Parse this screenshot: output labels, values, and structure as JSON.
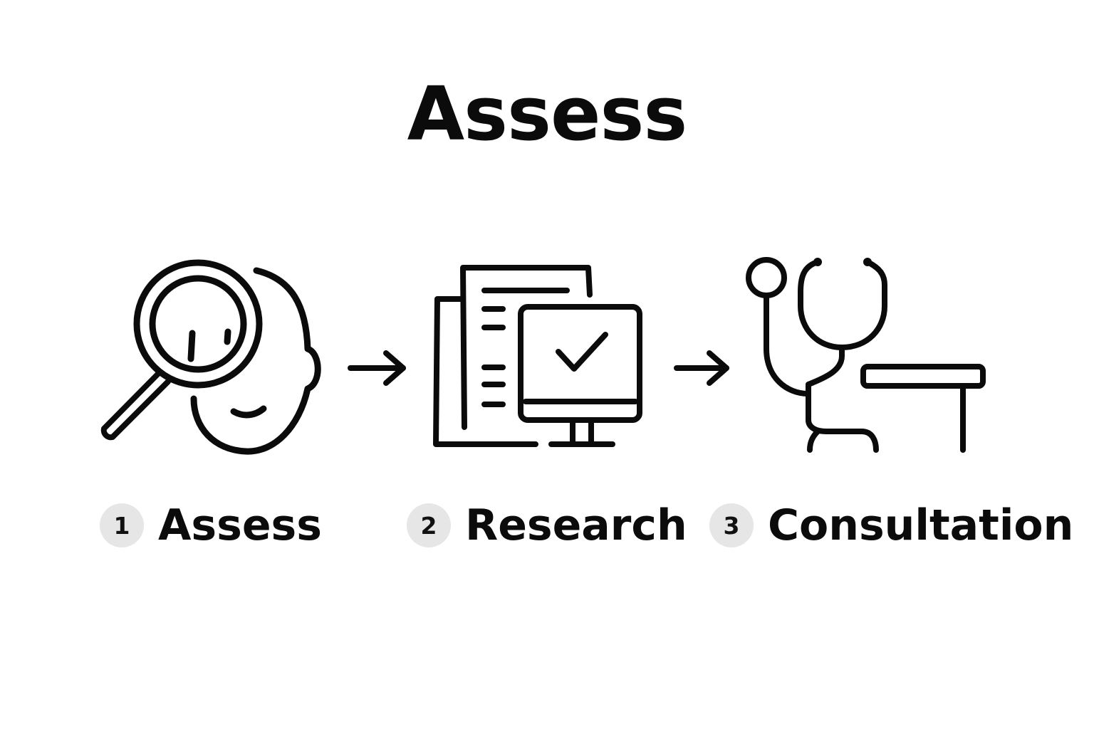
{
  "title": "Assess",
  "steps": [
    {
      "number": "1",
      "label": "Assess",
      "icon": "face-magnifier-icon"
    },
    {
      "number": "2",
      "label": "Research",
      "icon": "documents-monitor-check-icon"
    },
    {
      "number": "3",
      "label": "Consultation",
      "icon": "stethoscope-desk-icon"
    }
  ],
  "connector_icon": "arrow-right-icon",
  "colors": {
    "stroke": "#0b0b0b",
    "badge_background": "#e6e6e6",
    "background": "#ffffff"
  }
}
